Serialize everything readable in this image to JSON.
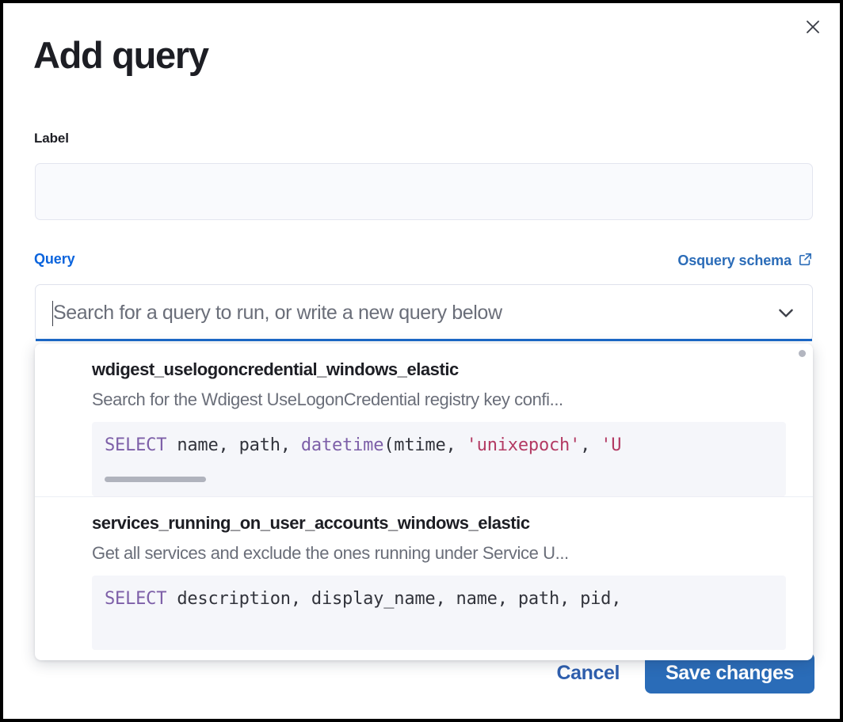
{
  "window": {
    "close_icon": "close-icon"
  },
  "modal": {
    "title": "Add query"
  },
  "form": {
    "label_field": {
      "label": "Label",
      "value": "",
      "placeholder": ""
    },
    "query_field": {
      "label": "Query",
      "schema_link": "Osquery schema",
      "schema_link_icon": "external-link-icon",
      "combobox_value": "",
      "combobox_placeholder": "Search for a query to run, or write a new query below",
      "combobox_chevron_icon": "chevron-down-icon"
    }
  },
  "dropdown": {
    "visible": true,
    "items": [
      {
        "title": "wdigest_uselogoncredential_windows_elastic",
        "description": "Search for the Wdigest UseLogonCredential registry key confi...",
        "code_segments": [
          {
            "text": "SELECT",
            "type": "keyword"
          },
          {
            "text": " name, path, ",
            "type": "plain"
          },
          {
            "text": "datetime",
            "type": "function"
          },
          {
            "text": "(mtime, ",
            "type": "plain"
          },
          {
            "text": "'unixepoch'",
            "type": "string"
          },
          {
            "text": ", ",
            "type": "plain"
          },
          {
            "text": "'U",
            "type": "string"
          }
        ],
        "has_code_scrollbar": true
      },
      {
        "title": "services_running_on_user_accounts_windows_elastic",
        "description": "Get all services and exclude the ones running under Service U...",
        "code_segments": [
          {
            "text": "SELECT",
            "type": "keyword"
          },
          {
            "text": " description, display_name, name, path, pid,",
            "type": "plain"
          }
        ],
        "has_code_scrollbar": false
      }
    ]
  },
  "footer": {
    "cancel_label": "Cancel",
    "save_label": "Save changes"
  },
  "colors": {
    "accent_blue": "#0b64dd",
    "button_blue": "#2a6cb8",
    "focus_underline": "#1b69c9",
    "sql_keyword": "#7d5fa8",
    "sql_string": "#b33a63",
    "text_primary": "#1d1e24",
    "text_muted": "#6a6e79",
    "code_bg": "#f5f6fa",
    "input_bg": "#f9fafd"
  }
}
